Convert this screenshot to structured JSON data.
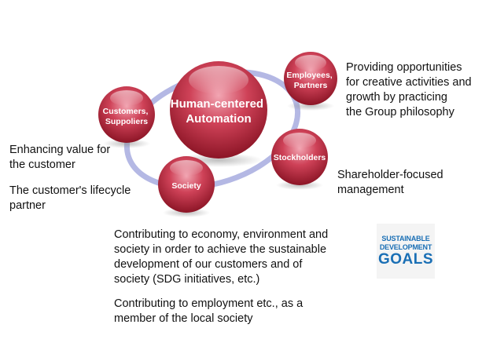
{
  "center": {
    "lines": [
      "Human-centered",
      "Automation"
    ]
  },
  "nodes": {
    "employees": {
      "lines": [
        "Employees,",
        "Partners"
      ]
    },
    "customers": {
      "lines": [
        "Customers,",
        "Suppoliers"
      ]
    },
    "stockholders": {
      "lines": [
        "Stockholders"
      ]
    },
    "society": {
      "lines": [
        "Society"
      ]
    }
  },
  "descriptions": {
    "employees": [
      "Providing opportunities",
      "for creative activities and",
      "growth by practicing",
      "the Group philosophy"
    ],
    "stockholders": [
      "Shareholder-focused",
      "management"
    ],
    "customers_value": [
      "Enhancing value for",
      "the customer"
    ],
    "customers_lifecycle": [
      "The customer's lifecycle",
      "partner"
    ],
    "society_sdg": [
      "Contributing to economy, environment and",
      "society in order to achieve the sustainable",
      "development of our customers and of",
      "society (SDG initiatives, etc.)"
    ],
    "society_local": [
      "Contributing to employment etc., as a",
      "member of the local society"
    ]
  },
  "sdg_logo": {
    "line1": "SUSTAINABLE",
    "line2": "DEVELOPMENT",
    "line3": "GOALS"
  },
  "colors": {
    "sphere_light": "#f0a0ae",
    "sphere_mid": "#c83a52",
    "sphere_dark": "#8c1526",
    "ring": "#b4b8e4",
    "sdg_blue": "#1a6fb5"
  }
}
